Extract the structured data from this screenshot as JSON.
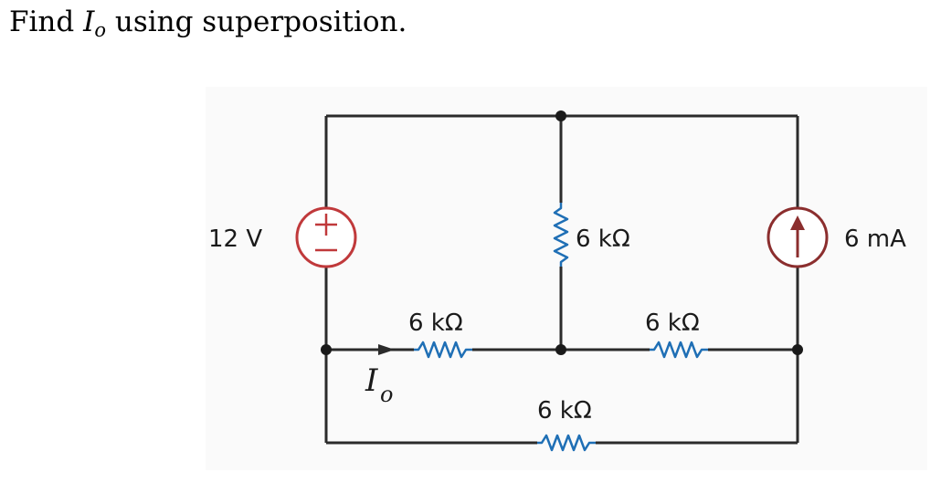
{
  "question": {
    "prefix": "Find",
    "var": "I",
    "sub": "o",
    "suffix": "using superposition."
  },
  "circuit": {
    "voltage_source": "12 V",
    "current_source": "6 mA",
    "r_middle_vertical": "6 kΩ",
    "r_left_horizontal": "6 kΩ",
    "r_right_horizontal": "6 kΩ",
    "r_bottom": "6 kΩ",
    "current_label_var": "I",
    "current_label_sub": "o"
  },
  "colors": {
    "wire": "#2b2b2b",
    "resistor": "#1f6fb5",
    "voltage_source": "#c0393b",
    "current_source": "#8b2e2e"
  }
}
